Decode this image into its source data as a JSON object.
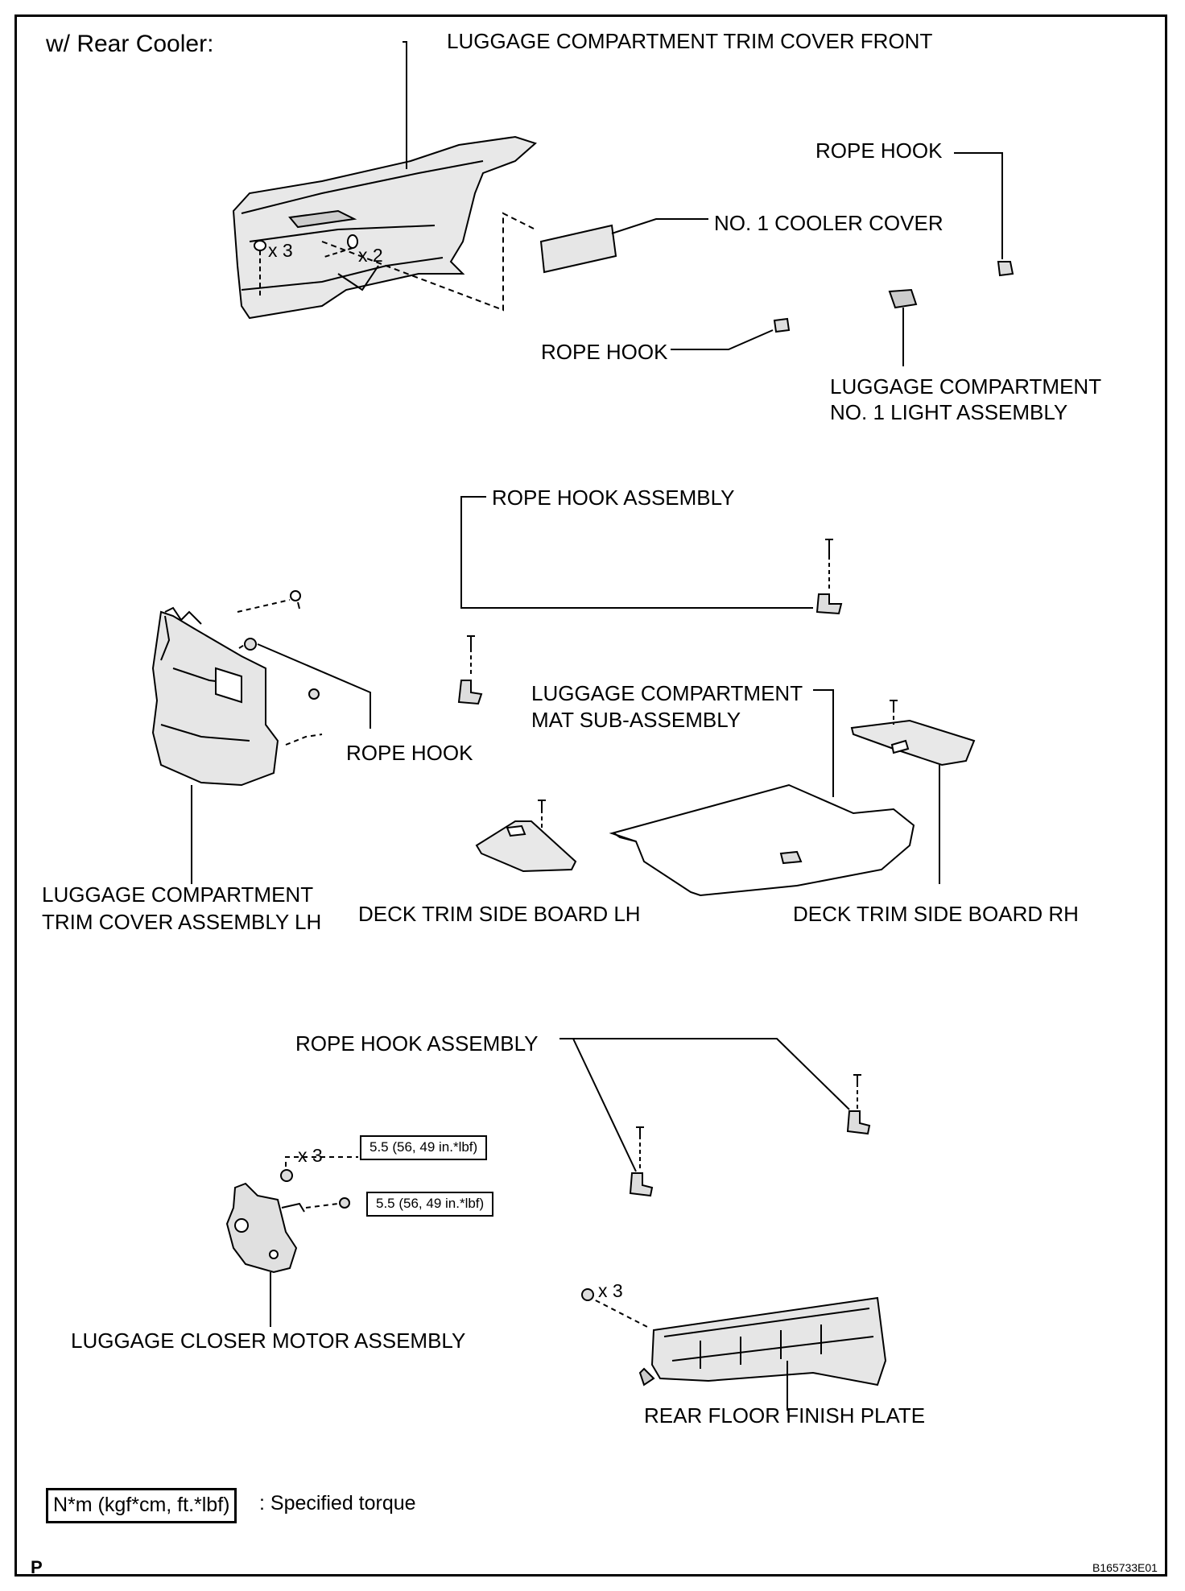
{
  "header": {
    "variant": "w/ Rear Cooler:"
  },
  "labels": {
    "trim_cover_front": "LUGGAGE COMPARTMENT TRIM COVER FRONT",
    "rope_hook_top_right": "ROPE HOOK",
    "no1_cooler_cover": "NO. 1 COOLER COVER",
    "rope_hook_mid": "ROPE HOOK",
    "light_assembly_line1": "LUGGAGE COMPARTMENT",
    "light_assembly_line2": "NO. 1 LIGHT ASSEMBLY",
    "rope_hook_assembly_upper": "ROPE HOOK ASSEMBLY",
    "rope_hook_left": "ROPE HOOK",
    "mat_line1": "LUGGAGE COMPARTMENT",
    "mat_line2": "MAT SUB-ASSEMBLY",
    "trim_cover_lh_line1": "LUGGAGE COMPARTMENT",
    "trim_cover_lh_line2": "TRIM COVER ASSEMBLY LH",
    "deck_board_lh": "DECK TRIM SIDE BOARD LH",
    "deck_board_rh": "DECK TRIM SIDE BOARD RH",
    "rope_hook_assembly_lower": "ROPE HOOK ASSEMBLY",
    "closer_motor": "LUGGAGE CLOSER MOTOR ASSEMBLY",
    "rear_floor_plate": "REAR FLOOR FINISH PLATE"
  },
  "quantities": {
    "clips_x3": "x 3",
    "clips_x2": "x 2",
    "nuts_x3": "x 3",
    "screws_x3": "x 3"
  },
  "torques": {
    "t1": "5.5 (56, 49 in.*lbf)",
    "t2": "5.5 (56, 49 in.*lbf)"
  },
  "legend": {
    "box": "N*m (kgf*cm, ft.*lbf)",
    "text": ": Specified torque"
  },
  "footer": {
    "left_mark": "P",
    "figure_code": "B165733E01"
  }
}
